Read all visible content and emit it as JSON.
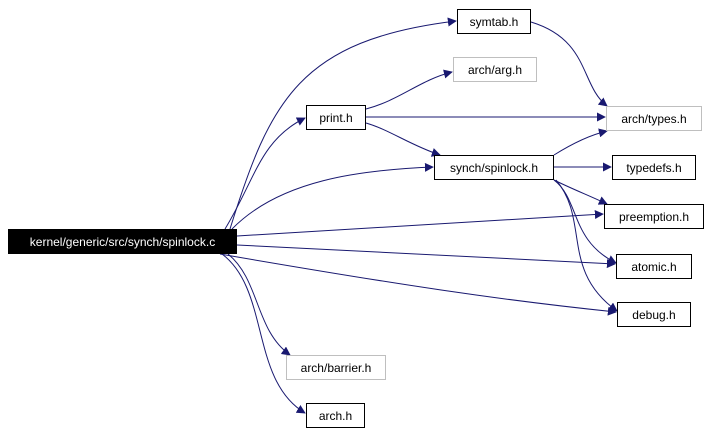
{
  "diagram": {
    "type": "include-dependency-graph",
    "edge_color": "#191970",
    "root_fill": "#000000",
    "missing_border": "#bfbfbf",
    "nodes": [
      {
        "id": "root",
        "label": "kernel/generic/src/synch/spinlock.c",
        "kind": "root"
      },
      {
        "id": "symtab",
        "label": "symtab.h",
        "kind": "documented"
      },
      {
        "id": "arg",
        "label": "arch/arg.h",
        "kind": "undocumented"
      },
      {
        "id": "print",
        "label": "print.h",
        "kind": "documented"
      },
      {
        "id": "types",
        "label": "arch/types.h",
        "kind": "undocumented"
      },
      {
        "id": "spinlock_h",
        "label": "synch/spinlock.h",
        "kind": "documented"
      },
      {
        "id": "typedefs",
        "label": "typedefs.h",
        "kind": "documented"
      },
      {
        "id": "preemption",
        "label": "preemption.h",
        "kind": "documented"
      },
      {
        "id": "atomic",
        "label": "atomic.h",
        "kind": "documented"
      },
      {
        "id": "debug",
        "label": "debug.h",
        "kind": "documented"
      },
      {
        "id": "barrier",
        "label": "arch/barrier.h",
        "kind": "undocumented"
      },
      {
        "id": "arch",
        "label": "arch.h",
        "kind": "documented"
      }
    ],
    "edges": [
      {
        "from": "root",
        "to": "symtab"
      },
      {
        "from": "root",
        "to": "print"
      },
      {
        "from": "root",
        "to": "spinlock_h"
      },
      {
        "from": "root",
        "to": "preemption"
      },
      {
        "from": "root",
        "to": "atomic"
      },
      {
        "from": "root",
        "to": "debug"
      },
      {
        "from": "root",
        "to": "barrier"
      },
      {
        "from": "root",
        "to": "arch"
      },
      {
        "from": "symtab",
        "to": "types"
      },
      {
        "from": "print",
        "to": "arg"
      },
      {
        "from": "print",
        "to": "types"
      },
      {
        "from": "print",
        "to": "spinlock_h"
      },
      {
        "from": "spinlock_h",
        "to": "types"
      },
      {
        "from": "spinlock_h",
        "to": "typedefs"
      },
      {
        "from": "spinlock_h",
        "to": "preemption"
      },
      {
        "from": "spinlock_h",
        "to": "atomic"
      },
      {
        "from": "spinlock_h",
        "to": "debug"
      }
    ]
  }
}
